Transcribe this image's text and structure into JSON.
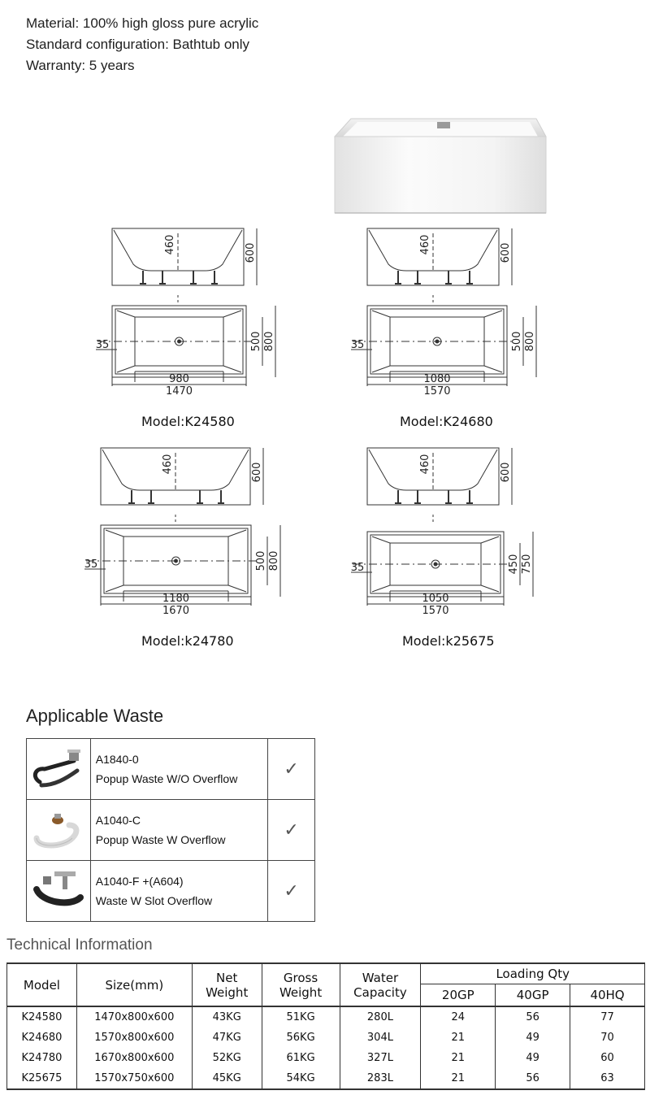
{
  "spec": {
    "material": "Material: 100% high gloss pure acrylic",
    "config": "Standard configuration: Bathtub only",
    "warranty": "Warranty: 5 years"
  },
  "drawings": [
    {
      "model": "Model:K24580",
      "height": "600",
      "depth": "460",
      "width_outer": "800",
      "width_inner": "500",
      "len_outer": "1470",
      "len_inner": "980",
      "rim": "35"
    },
    {
      "model": "Model:K24680",
      "height": "600",
      "depth": "460",
      "width_outer": "800",
      "width_inner": "500",
      "len_outer": "1570",
      "len_inner": "1080",
      "rim": "35"
    },
    {
      "model": "Model:k24780",
      "height": "600",
      "depth": "460",
      "width_outer": "800",
      "width_inner": "500",
      "len_outer": "1670",
      "len_inner": "1180",
      "rim": "35"
    },
    {
      "model": "Model:k25675",
      "height": "600",
      "depth": "460",
      "width_outer": "750",
      "width_inner": "450",
      "len_outer": "1570",
      "len_inner": "1050",
      "rim": "35"
    }
  ],
  "waste": {
    "title": "Applicable Waste",
    "items": [
      {
        "code": "A1840-0",
        "name": "Popup Waste W/O Overflow",
        "icon": "black-hose-waste-icon",
        "check": "✓"
      },
      {
        "code": "A1040-C",
        "name": "Popup Waste W Overflow",
        "icon": "white-hose-waste-icon",
        "check": "✓"
      },
      {
        "code": "A1040-F +(A604)",
        "name": "Waste W Slot Overflow",
        "icon": "slot-overflow-waste-icon",
        "check": "✓"
      }
    ]
  },
  "tech": {
    "title": "Technical Information",
    "headers": {
      "model": "Model",
      "size": "Size(mm)",
      "net": "Net Weight",
      "gross": "Gross Weight",
      "water": "Water Capacity",
      "loading": "Loading Qty",
      "gp20": "20GP",
      "gp40": "40GP",
      "hq40": "40HQ"
    },
    "rows": [
      [
        "K24580",
        "1470x800x600",
        "43KG",
        "51KG",
        "280L",
        "24",
        "56",
        "77"
      ],
      [
        "K24680",
        "1570x800x600",
        "47KG",
        "56KG",
        "304L",
        "21",
        "49",
        "70"
      ],
      [
        "K24780",
        "1670x800x600",
        "52KG",
        "61KG",
        "327L",
        "21",
        "49",
        "60"
      ],
      [
        "K25675",
        "1570x750x600",
        "45KG",
        "54KG",
        "283L",
        "21",
        "56",
        "63"
      ]
    ]
  }
}
